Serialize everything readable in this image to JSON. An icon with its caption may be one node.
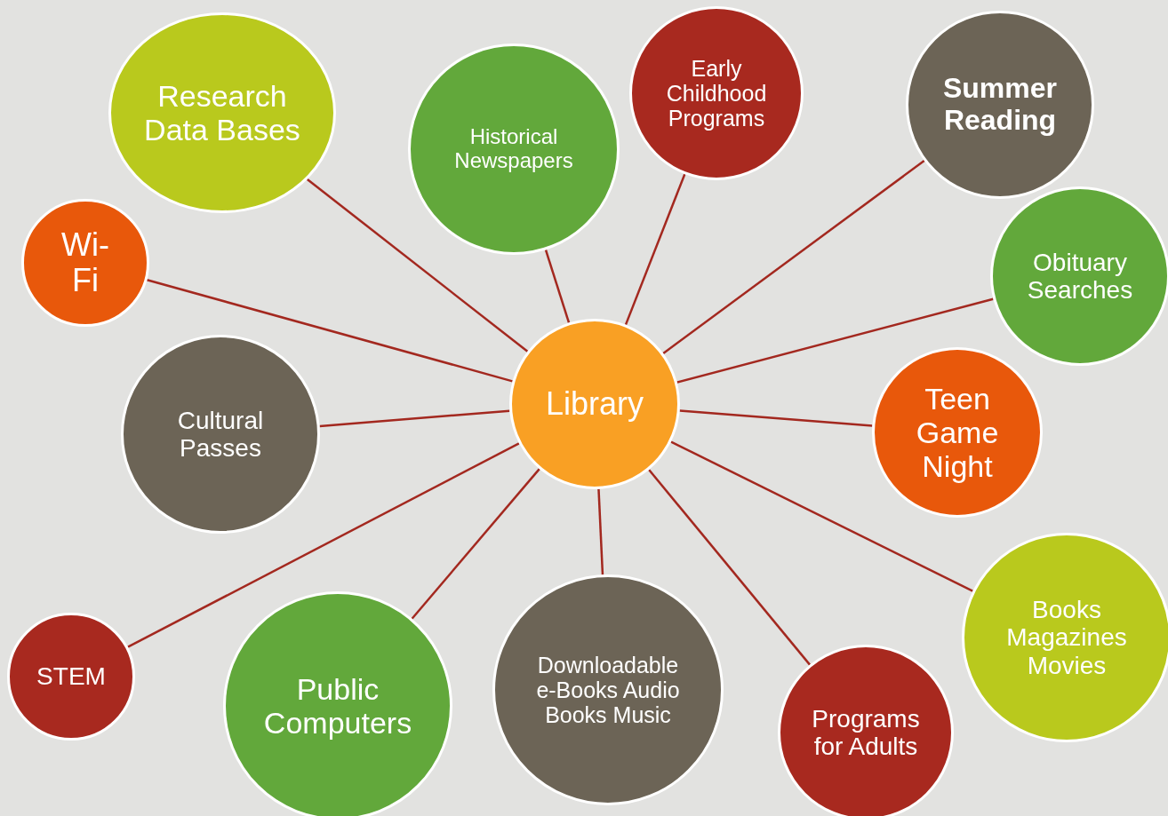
{
  "diagram": {
    "nodes": [
      {
        "text": [
          "Library"
        ]
      },
      {
        "text": [
          "Research Data Bases"
        ]
      },
      {
        "text": [
          "Historical Newspapers"
        ]
      },
      {
        "text": [
          "Early Childhood Programs"
        ]
      },
      {
        "text": [
          "Summer Reading"
        ]
      },
      {
        "text": [
          "Obituary Searches"
        ]
      },
      {
        "text": [
          "Wi-Fi"
        ]
      },
      {
        "text": [
          "Cultural Passes"
        ]
      },
      {
        "text": [
          "Teen Game Night"
        ]
      },
      {
        "text": [
          "STEM"
        ]
      },
      {
        "text": [
          "Public Computers"
        ]
      },
      {
        "text": [
          "Downloadable e-Books Audio Books Music"
        ]
      },
      {
        "text": [
          "Programs for Adults"
        ]
      },
      {
        "text": [
          "Books Magazines Movies"
        ]
      }
    ],
    "edges": [
      {
        "from": 0,
        "to": 1,
        "arrow": "none"
      },
      {
        "from": 0,
        "to": 2,
        "arrow": "none"
      },
      {
        "from": 0,
        "to": 3,
        "arrow": "none"
      },
      {
        "from": 0,
        "to": 4,
        "arrow": "none"
      },
      {
        "from": 0,
        "to": 5,
        "arrow": "none"
      },
      {
        "from": 0,
        "to": 6,
        "arrow": "none"
      },
      {
        "from": 0,
        "to": 7,
        "arrow": "none"
      },
      {
        "from": 0,
        "to": 8,
        "arrow": "none"
      },
      {
        "from": 0,
        "to": 9,
        "arrow": "none"
      },
      {
        "from": 0,
        "to": 10,
        "arrow": "none"
      },
      {
        "from": 0,
        "to": 11,
        "arrow": "none"
      },
      {
        "from": 0,
        "to": 12,
        "arrow": "none"
      },
      {
        "from": 0,
        "to": 13,
        "arrow": "none"
      }
    ]
  }
}
